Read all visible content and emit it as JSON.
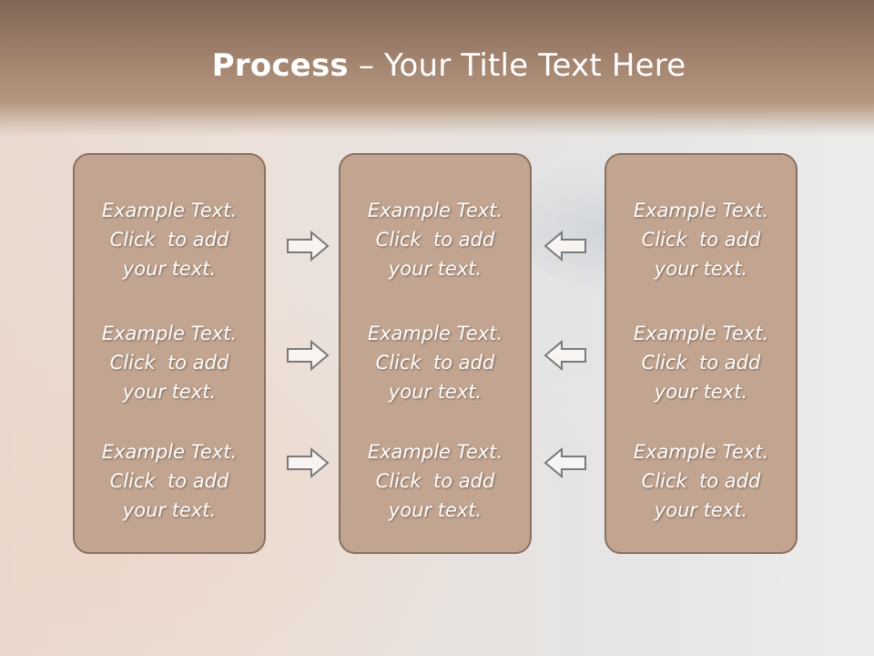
{
  "slide": {
    "title_bold": "Process",
    "title_rest": " – Your Title Text Here"
  },
  "columns": [
    {
      "items": [
        {
          "l1": "Example Text.",
          "l2": "Click  to add",
          "l3": "your text."
        },
        {
          "l1": "Example Text.",
          "l2": "Click  to add",
          "l3": "your text."
        },
        {
          "l1": "Example Text.",
          "l2": "Click  to add",
          "l3": "your text."
        }
      ]
    },
    {
      "items": [
        {
          "l1": "Example Text.",
          "l2": "Click  to add",
          "l3": "your text."
        },
        {
          "l1": "Example Text.",
          "l2": "Click  to add",
          "l3": "your text."
        },
        {
          "l1": "Example Text.",
          "l2": "Click  to add",
          "l3": "your text."
        }
      ]
    },
    {
      "items": [
        {
          "l1": "Example Text.",
          "l2": "Click  to add",
          "l3": "your text."
        },
        {
          "l1": "Example Text.",
          "l2": "Click  to add",
          "l3": "your text."
        },
        {
          "l1": "Example Text.",
          "l2": "Click  to add",
          "l3": "your text."
        }
      ]
    }
  ],
  "arrows": {
    "left_group_icon": "arrow-right-outline-icon",
    "right_group_icon": "arrow-left-outline-icon"
  },
  "colors": {
    "title_band": "#a3846f",
    "panel_fill": "#c2a590",
    "panel_border": "#8a7061",
    "text": "#ffffff"
  }
}
